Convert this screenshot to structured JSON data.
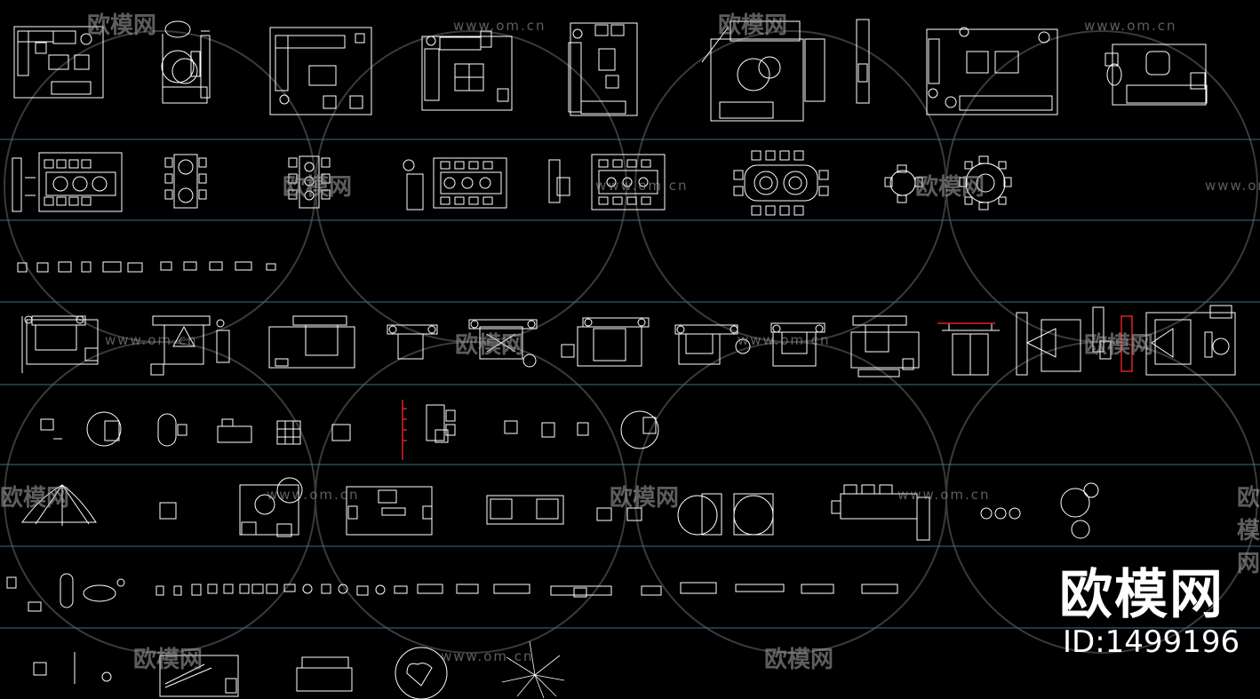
{
  "colors": {
    "background": "#000000",
    "linework": "#ffffff",
    "row_divider": "#3f6f80",
    "watermark": "#aaaaaa",
    "accent_red": "#e02020"
  },
  "brand": {
    "logo_text": "欧模网",
    "id_label": "ID:1499196"
  },
  "watermark": {
    "logo_text": "欧模网",
    "url_text": "www.om.cn"
  },
  "rows": [
    {
      "name": "living-room-plans",
      "item_count": 9
    },
    {
      "name": "dining-table-plans",
      "item_count": 8
    },
    {
      "name": "small-symbols",
      "item_count": 11
    },
    {
      "name": "bedroom-plans",
      "item_count": 14
    },
    {
      "name": "chairs-and-small-tables",
      "item_count": 10
    },
    {
      "name": "lounge-and-meeting-sets",
      "item_count": 9
    },
    {
      "name": "miscellaneous-small-furniture",
      "item_count": 26
    },
    {
      "name": "accessories-and-plants",
      "item_count": 7
    }
  ]
}
